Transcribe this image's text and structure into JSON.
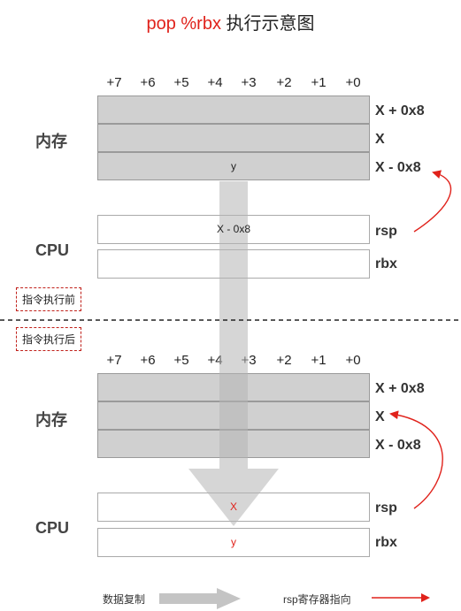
{
  "title": {
    "highlight": "pop %rbx",
    "text": "执行示意图"
  },
  "offsets": [
    "+7",
    "+6",
    "+5",
    "+4",
    "+3",
    "+2",
    "+1",
    "+0"
  ],
  "before": {
    "memory_label": "内存",
    "memory_rows": [
      {
        "label": "X + 0x8",
        "value": ""
      },
      {
        "label": "X",
        "value": ""
      },
      {
        "label": "X - 0x8",
        "value": "y"
      }
    ],
    "cpu_label": "CPU",
    "registers": [
      {
        "name": "rsp",
        "value": "X - 0x8"
      },
      {
        "name": "rbx",
        "value": ""
      }
    ],
    "tag": "指令执行前"
  },
  "after": {
    "tag": "指令执行后",
    "memory_label": "内存",
    "memory_rows": [
      {
        "label": "X + 0x8",
        "value": ""
      },
      {
        "label": "X",
        "value": ""
      },
      {
        "label": "X - 0x8",
        "value": ""
      }
    ],
    "cpu_label": "CPU",
    "registers": [
      {
        "name": "rsp",
        "value": "X"
      },
      {
        "name": "rbx",
        "value": "y"
      }
    ]
  },
  "legend": {
    "copy_label": "数据复制",
    "pointer_label": "rsp寄存器指向"
  },
  "colors": {
    "accent": "#e0221b",
    "cell": "#d0d0d0",
    "copy_arrow": "#b5b5b5",
    "divider": "#222222"
  }
}
